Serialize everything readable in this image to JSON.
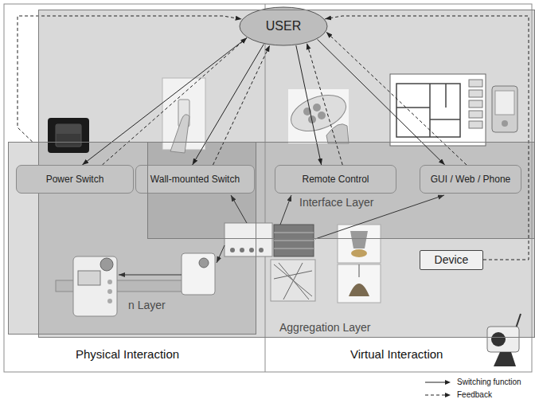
{
  "diagram": {
    "nodes": [
      {
        "text": [
          "USER"
        ]
      },
      {
        "text": [
          "Aggregation Layer"
        ]
      },
      {
        "text": [
          "n Layer"
        ]
      },
      {
        "text": [
          "Interface Layer"
        ]
      },
      {
        "text": [
          "Power Switch"
        ],
        "in": 2
      },
      {
        "text": [
          "Wall-mounted Switch"
        ],
        "in": 2
      },
      {
        "text": [
          "Remote Control"
        ],
        "in": 3
      },
      {
        "text": [
          "GUI / Web / Phone"
        ],
        "in": 3
      },
      {
        "text": [
          "Device"
        ],
        "in": 1
      }
    ],
    "edges": [
      {
        "from": 0,
        "to": 4,
        "arrow": "to"
      },
      {
        "from": 4,
        "to": 0,
        "arrow": "to"
      },
      {
        "from": 0,
        "to": 5,
        "arrow": "to"
      },
      {
        "from": 5,
        "to": 0,
        "arrow": "to"
      },
      {
        "from": 0,
        "to": 6,
        "arrow": "to"
      },
      {
        "from": 6,
        "to": 0,
        "arrow": "to"
      },
      {
        "from": 0,
        "to": 7,
        "arrow": "to"
      },
      {
        "from": 7,
        "to": 0,
        "arrow": "to"
      },
      {
        "from": 8,
        "to": 0,
        "arrow": "to"
      },
      {
        "from": 2,
        "to": 0,
        "arrow": "to"
      }
    ],
    "labels": [
      "Physical Interaction",
      "Virtual Interaction"
    ],
    "legend": [
      {
        "text": "Switching function"
      },
      {
        "text": "Feedback"
      }
    ]
  }
}
